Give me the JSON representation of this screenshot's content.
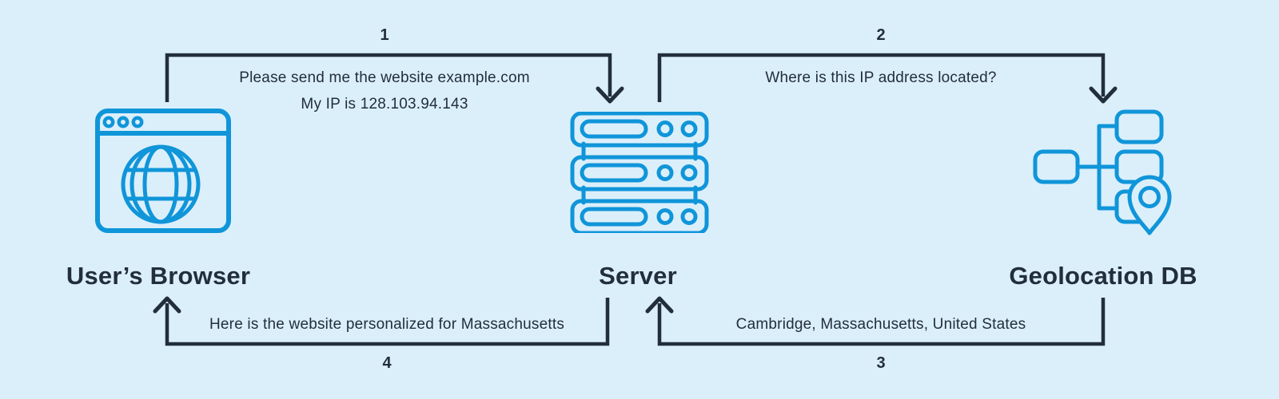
{
  "canvas": {
    "background": "#dbeffb",
    "accent_blue": "#1095d9",
    "ink_navy": "#232e3c"
  },
  "entities": [
    {
      "label": "User’s Browser",
      "icon": "browser-globe-icon"
    },
    {
      "label": "Server",
      "icon": "server-stack-icon"
    },
    {
      "label": "Geolocation DB",
      "icon": "geolocation-db-icon"
    }
  ],
  "flows": [
    {
      "number": "1",
      "from": "User’s Browser",
      "to": "Server",
      "messages": [
        "Please send me the website example.com",
        "My IP is 128.103.94.143"
      ]
    },
    {
      "number": "2",
      "from": "Server",
      "to": "Geolocation DB",
      "messages": [
        "Where is this IP address located?"
      ]
    },
    {
      "number": "3",
      "from": "Geolocation DB",
      "to": "Server",
      "messages": [
        "Cambridge, Massachusetts, United States"
      ]
    },
    {
      "number": "4",
      "from": "Server",
      "to": "User’s Browser",
      "messages": [
        "Here is the website personalized for Massachusetts"
      ]
    }
  ]
}
